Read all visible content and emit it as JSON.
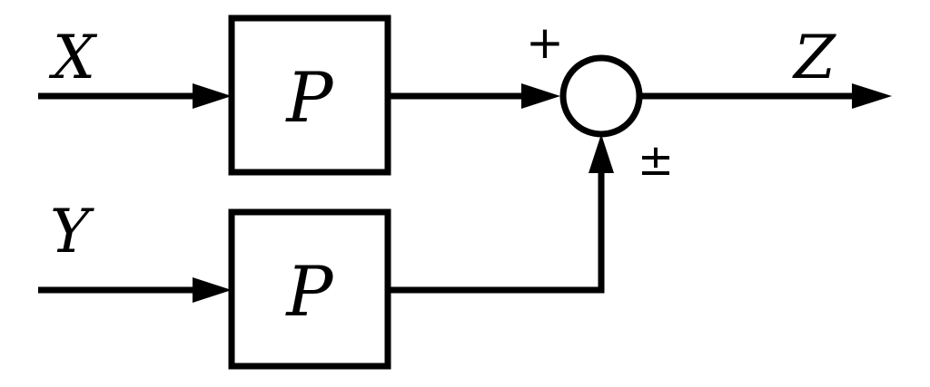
{
  "diagram": {
    "inputs": {
      "x_label": "X",
      "y_label": "Y"
    },
    "blocks": {
      "top_label": "P",
      "bottom_label": "P"
    },
    "summing_junction": {
      "top_sign": "+",
      "bottom_sign": "±"
    },
    "output": {
      "z_label": "Z"
    }
  }
}
